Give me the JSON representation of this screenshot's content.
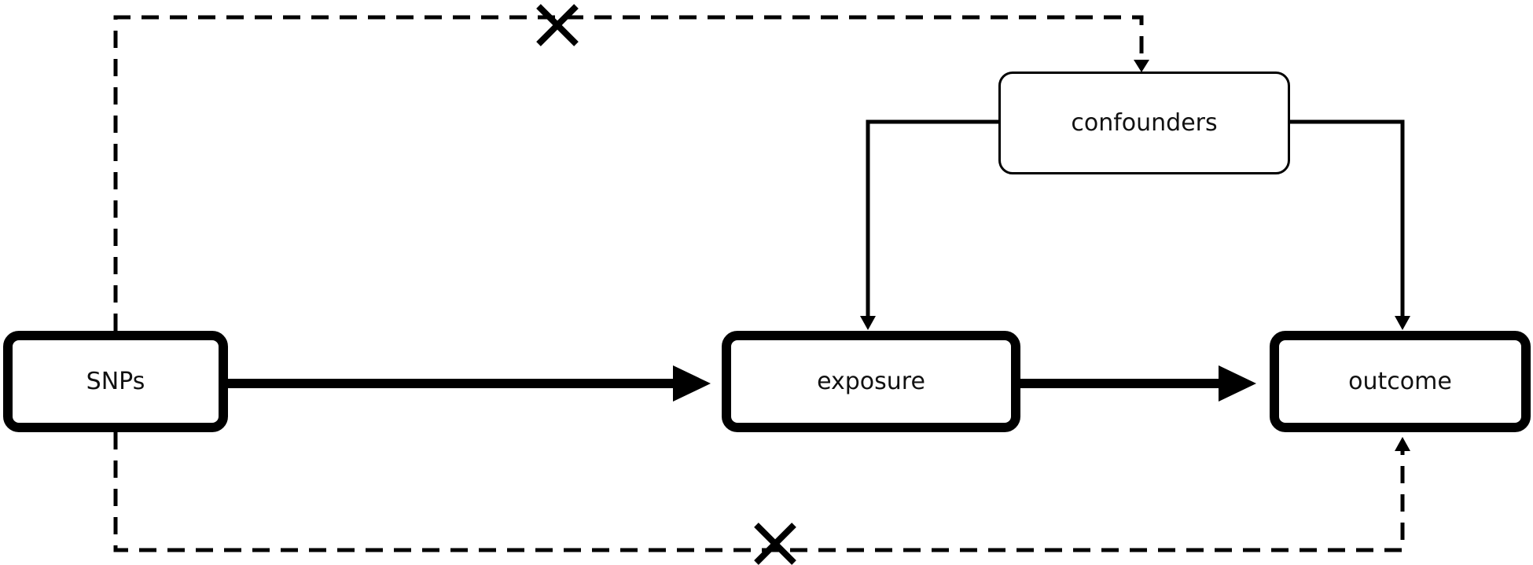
{
  "nodes": {
    "snps": "SNPs",
    "exposure": "exposure",
    "outcome": "outcome",
    "confounders": "confounders"
  },
  "edges": [
    {
      "from": "SNPs",
      "to": "exposure",
      "style": "solid-thick"
    },
    {
      "from": "exposure",
      "to": "outcome",
      "style": "solid-thick"
    },
    {
      "from": "confounders",
      "to": "exposure",
      "style": "solid-thin"
    },
    {
      "from": "confounders",
      "to": "outcome",
      "style": "solid-thin"
    },
    {
      "from": "SNPs",
      "to": "confounders",
      "style": "dashed",
      "blocked": true
    },
    {
      "from": "SNPs",
      "to": "outcome",
      "style": "dashed",
      "blocked": true
    }
  ],
  "colors": {
    "stroke": "#000000",
    "background": "#ffffff"
  }
}
